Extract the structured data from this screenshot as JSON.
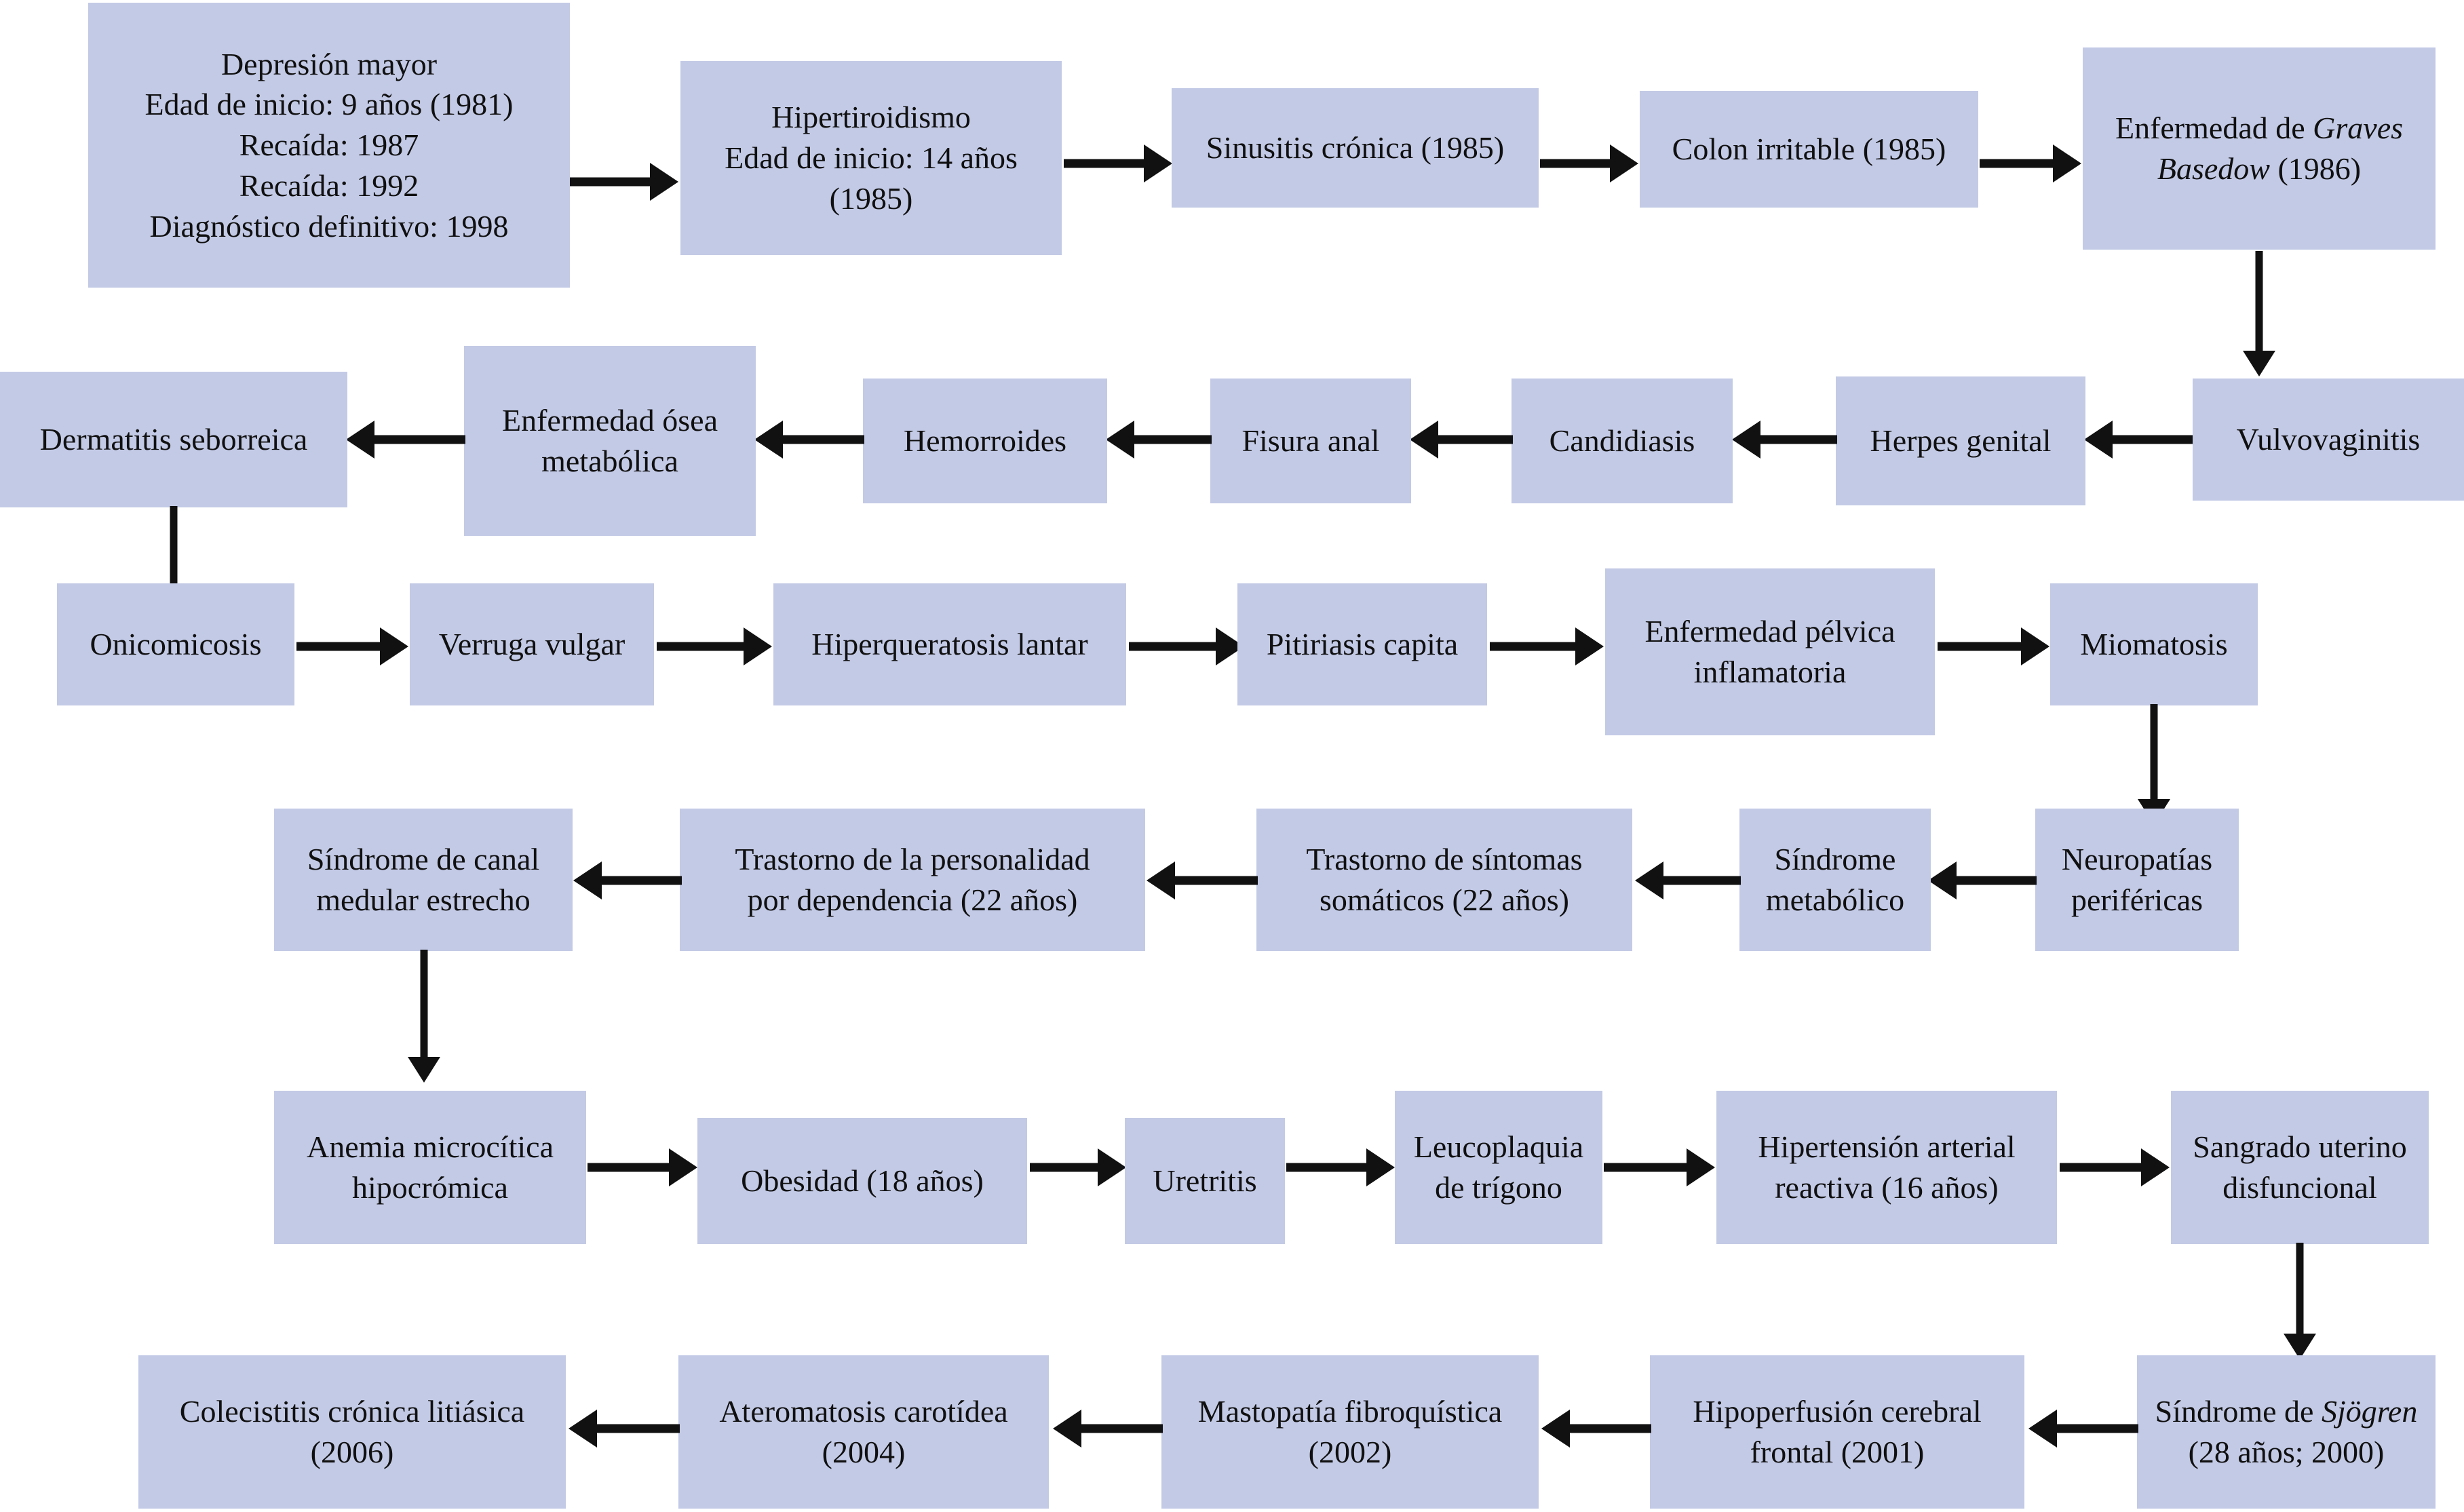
{
  "diagram": {
    "title": "Cronologia de enfermedades y diagnosticos",
    "type": "flowchart",
    "node_fill_color": "#c3cae6",
    "arrow_color": "#111111",
    "text_color": "#101010",
    "background_color": "#ffffff",
    "flow_direction": "serpentine (boustrophedon): row 1 left-to-right, row 2 right-to-left, row 3 left-to-right, row 4 right-to-left, row 5 left-to-right, row 6 right-to-left",
    "nodes": [
      {
        "id": "n1",
        "row": 1,
        "label": "Depresión mayor\nEdad de inicio: 9 años (1981)\nRecaída: 1987\nRecaída: 1992\nDiagnóstico definitivo: 1998"
      },
      {
        "id": "n2",
        "row": 1,
        "label": "Hipertiroidismo\nEdad de inicio: 14 años\n(1985)"
      },
      {
        "id": "n3",
        "row": 1,
        "label": "Sinusitis crónica (1985)"
      },
      {
        "id": "n4",
        "row": 1,
        "label": "Colon irritable (1985)"
      },
      {
        "id": "n5",
        "row": 1,
        "label_pre": "Enfermedad de ",
        "label_italic": "Graves\nBasedow",
        "label_post": " (1986)"
      },
      {
        "id": "n6",
        "row": 2,
        "label": "Vulvovaginitis"
      },
      {
        "id": "n7",
        "row": 2,
        "label": "Herpes genital"
      },
      {
        "id": "n8",
        "row": 2,
        "label": "Candidiasis"
      },
      {
        "id": "n9",
        "row": 2,
        "label": "Fisura anal"
      },
      {
        "id": "n10",
        "row": 2,
        "label": "Hemorroides"
      },
      {
        "id": "n11",
        "row": 2,
        "label": "Enfermedad ósea\nmetabólica"
      },
      {
        "id": "n12",
        "row": 2,
        "label": "Dermatitis seborreica"
      },
      {
        "id": "n13",
        "row": 3,
        "label": "Onicomicosis"
      },
      {
        "id": "n14",
        "row": 3,
        "label": "Verruga vulgar"
      },
      {
        "id": "n15",
        "row": 3,
        "label": "Hiperqueratosis lantar"
      },
      {
        "id": "n16",
        "row": 3,
        "label": "Pitiriasis capita"
      },
      {
        "id": "n17",
        "row": 3,
        "label": "Enfermedad pélvica\ninflamatoria"
      },
      {
        "id": "n18",
        "row": 3,
        "label": "Miomatosis"
      },
      {
        "id": "n19",
        "row": 4,
        "label": "Neuropatías\nperiféricas"
      },
      {
        "id": "n20",
        "row": 4,
        "label": "Síndrome\nmetabólico"
      },
      {
        "id": "n21",
        "row": 4,
        "label": "Trastorno de síntomas\nsomáticos (22 años)"
      },
      {
        "id": "n22",
        "row": 4,
        "label": "Trastorno de la personalidad\npor dependencia (22 años)"
      },
      {
        "id": "n23",
        "row": 4,
        "label": "Síndrome de canal\nmedular estrecho"
      },
      {
        "id": "n24",
        "row": 5,
        "label": "Anemia microcítica\nhipocrómica"
      },
      {
        "id": "n25",
        "row": 5,
        "label": "Obesidad (18 años)"
      },
      {
        "id": "n26",
        "row": 5,
        "label": "Uretritis"
      },
      {
        "id": "n27",
        "row": 5,
        "label": "Leucoplaquia\nde trígono"
      },
      {
        "id": "n28",
        "row": 5,
        "label": "Hipertensión arterial\nreactiva (16 años)"
      },
      {
        "id": "n29",
        "row": 5,
        "label": "Sangrado uterino\ndisfuncional"
      },
      {
        "id": "n30",
        "row": 6,
        "label_pre": "Síndrome de ",
        "label_italic": "Sjögren",
        "label_post": "\n(28 años; 2000)"
      },
      {
        "id": "n31",
        "row": 6,
        "label": "Hipoperfusión cerebral\nfrontal (2001)"
      },
      {
        "id": "n32",
        "row": 6,
        "label": "Mastopatía fibroquística\n(2002)"
      },
      {
        "id": "n33",
        "row": 6,
        "label": "Ateromatosis carotídea\n(2004)"
      },
      {
        "id": "n34",
        "row": 6,
        "label": "Colecistitis crónica litiásica\n(2006)"
      }
    ],
    "edges": [
      {
        "from": "n1",
        "to": "n2",
        "direction": "right"
      },
      {
        "from": "n2",
        "to": "n3",
        "direction": "right"
      },
      {
        "from": "n3",
        "to": "n4",
        "direction": "right"
      },
      {
        "from": "n4",
        "to": "n5",
        "direction": "right"
      },
      {
        "from": "n5",
        "to": "n6",
        "direction": "down"
      },
      {
        "from": "n6",
        "to": "n7",
        "direction": "left"
      },
      {
        "from": "n7",
        "to": "n8",
        "direction": "left"
      },
      {
        "from": "n8",
        "to": "n9",
        "direction": "left"
      },
      {
        "from": "n9",
        "to": "n10",
        "direction": "left"
      },
      {
        "from": "n10",
        "to": "n11",
        "direction": "left"
      },
      {
        "from": "n11",
        "to": "n12",
        "direction": "left"
      },
      {
        "from": "n12",
        "to": "n13",
        "direction": "down"
      },
      {
        "from": "n13",
        "to": "n14",
        "direction": "right"
      },
      {
        "from": "n14",
        "to": "n15",
        "direction": "right"
      },
      {
        "from": "n15",
        "to": "n16",
        "direction": "right"
      },
      {
        "from": "n16",
        "to": "n17",
        "direction": "right"
      },
      {
        "from": "n17",
        "to": "n18",
        "direction": "right"
      },
      {
        "from": "n18",
        "to": "n19",
        "direction": "down"
      },
      {
        "from": "n19",
        "to": "n20",
        "direction": "left"
      },
      {
        "from": "n20",
        "to": "n21",
        "direction": "left"
      },
      {
        "from": "n21",
        "to": "n22",
        "direction": "left"
      },
      {
        "from": "n22",
        "to": "n23",
        "direction": "left"
      },
      {
        "from": "n23",
        "to": "n24",
        "direction": "down"
      },
      {
        "from": "n24",
        "to": "n25",
        "direction": "right"
      },
      {
        "from": "n25",
        "to": "n26",
        "direction": "right"
      },
      {
        "from": "n26",
        "to": "n27",
        "direction": "right"
      },
      {
        "from": "n27",
        "to": "n28",
        "direction": "right"
      },
      {
        "from": "n28",
        "to": "n29",
        "direction": "right"
      },
      {
        "from": "n29",
        "to": "n30",
        "direction": "down"
      },
      {
        "from": "n30",
        "to": "n31",
        "direction": "left"
      },
      {
        "from": "n31",
        "to": "n32",
        "direction": "left"
      },
      {
        "from": "n32",
        "to": "n33",
        "direction": "left"
      },
      {
        "from": "n33",
        "to": "n34",
        "direction": "left"
      }
    ]
  }
}
